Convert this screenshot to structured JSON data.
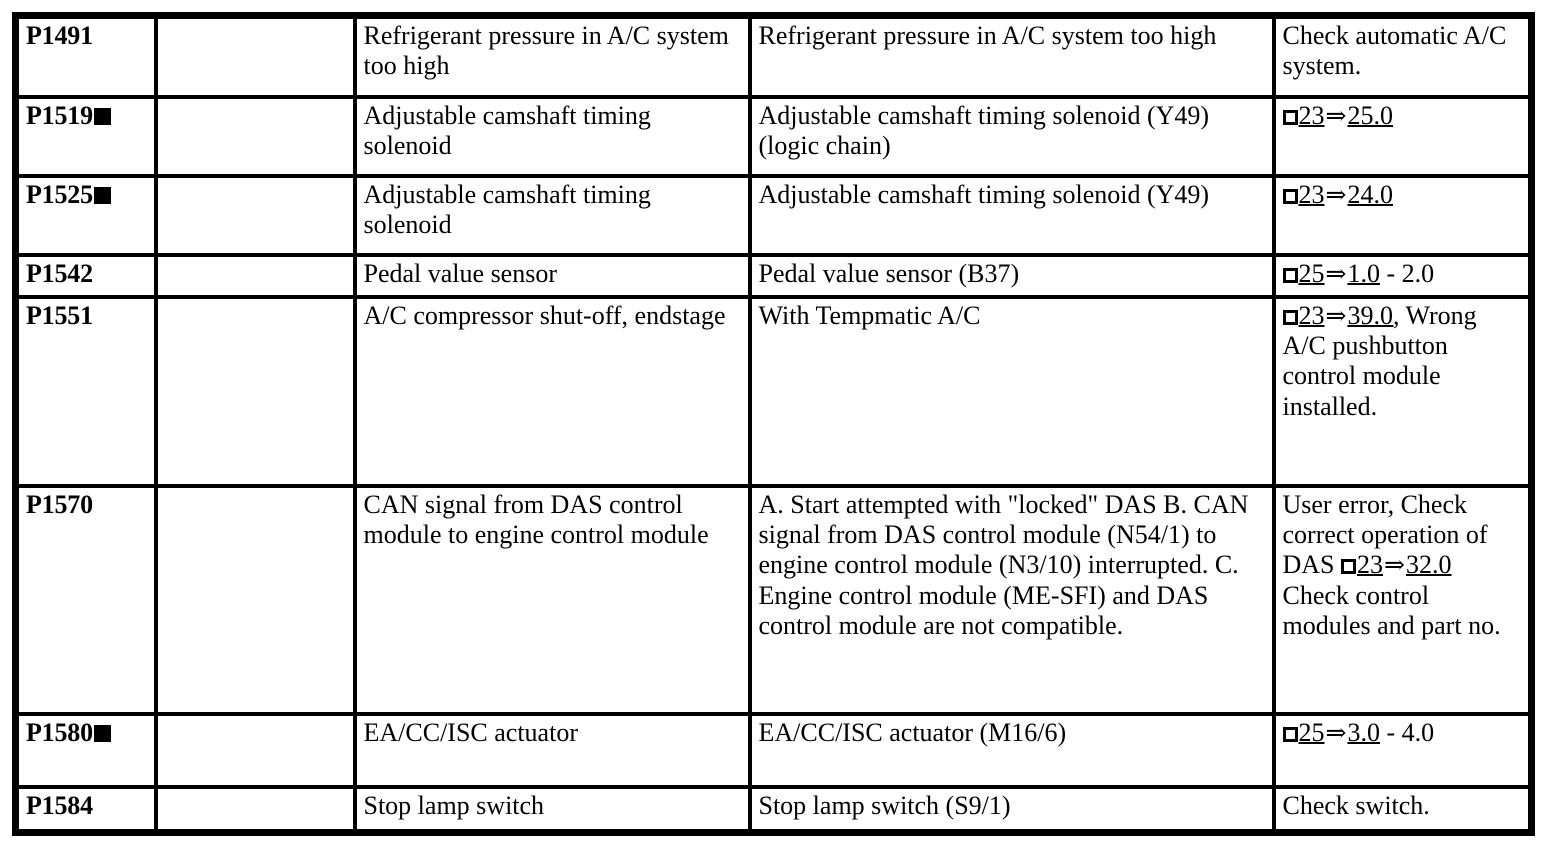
{
  "document": {
    "type": "diagnostic-trouble-code-table",
    "columns": 5,
    "rows": 8,
    "symbols": {
      "filled_square": "■",
      "hollow_square": "□",
      "double_arrow": "⇒"
    }
  },
  "rows": [
    {
      "code": "P1491",
      "code_marker": "",
      "col2": "",
      "description": "Refrigerant pressure in A/C system too high",
      "detail": "Refrigerant pressure in A/C system too high",
      "action": {
        "has_checkbox": false,
        "text": "Check automatic A/C system.",
        "ref_from": "",
        "ref_to": "",
        "suffix": ""
      }
    },
    {
      "code": "P1519",
      "code_marker": "■",
      "col2": "",
      "description": "Adjustable camshaft timing solenoid",
      "detail": "Adjustable camshaft timing solenoid (Y49) (logic chain)",
      "action": {
        "has_checkbox": true,
        "text": "",
        "ref_from": "23",
        "ref_to": "25.0",
        "suffix": ""
      }
    },
    {
      "code": "P1525",
      "code_marker": "■",
      "col2": "",
      "description": "Adjustable camshaft timing solenoid",
      "detail": "Adjustable camshaft timing solenoid (Y49)",
      "action": {
        "has_checkbox": true,
        "text": "",
        "ref_from": "23",
        "ref_to": "24.0",
        "suffix": ""
      }
    },
    {
      "code": "P1542",
      "code_marker": "",
      "col2": "",
      "description": "Pedal value sensor",
      "detail": "Pedal value sensor (B37)",
      "action": {
        "has_checkbox": true,
        "text": "",
        "ref_from": "25",
        "ref_to": "1.0",
        "suffix": " - 2.0"
      }
    },
    {
      "code": "P1551",
      "code_marker": "",
      "col2": "",
      "description": "A/C compressor shut-off, endstage",
      "detail": "With Tempmatic A/C",
      "action": {
        "has_checkbox": true,
        "text": "Wrong A/C pushbutton control module installed.",
        "ref_from": "23",
        "ref_to": "39.0,",
        "suffix": ""
      }
    },
    {
      "code": "P1570",
      "code_marker": "",
      "col2": "",
      "description": "CAN signal from DAS control module to engine control module",
      "detail": "A. Start attempted with \"locked\" DAS B. CAN signal from DAS control module (N54/1) to engine control module (N3/10) interrupted. C. Engine control module (ME-SFI) and DAS control module are not compatible.",
      "action": {
        "has_checkbox": true,
        "prefix": "User error, Check correct operation of DAS",
        "text": "Check control modules and part no.",
        "ref_from": "23",
        "ref_to": "32.0",
        "suffix": ""
      }
    },
    {
      "code": "P1580",
      "code_marker": "■",
      "col2": "",
      "description": "EA/CC/ISC actuator",
      "detail": "EA/CC/ISC actuator (M16/6)",
      "action": {
        "has_checkbox": true,
        "text": "",
        "ref_from": "25",
        "ref_to": "3.0",
        "suffix": " - 4.0"
      }
    },
    {
      "code": "P1584",
      "code_marker": "",
      "col2": "",
      "description": "Stop lamp switch",
      "detail": "Stop lamp switch (S9/1)",
      "action": {
        "has_checkbox": false,
        "text": "Check switch.",
        "ref_from": "",
        "ref_to": "",
        "suffix": ""
      }
    }
  ]
}
